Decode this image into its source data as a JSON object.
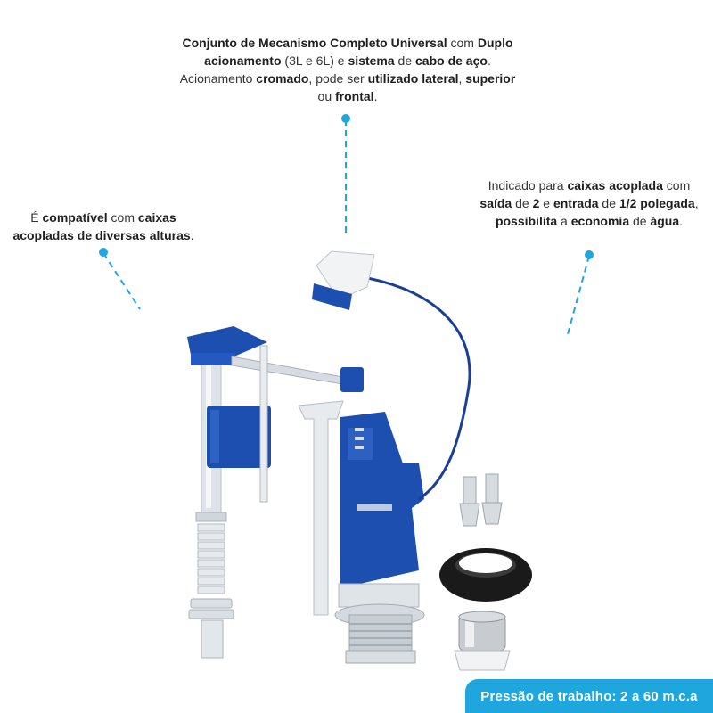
{
  "callouts": {
    "top": [
      {
        "t": "Conjunto de Mecanismo Completo Universal",
        "b": true
      },
      {
        "t": " com ",
        "b": false
      },
      {
        "t": "Duplo acionamento",
        "b": true
      },
      {
        "t": " (3L e 6L) e ",
        "b": false
      },
      {
        "t": "sistema",
        "b": true
      },
      {
        "t": " de ",
        "b": false
      },
      {
        "t": "cabo de aço",
        "b": true
      },
      {
        "t": ". Acionamento ",
        "b": false
      },
      {
        "t": "cromado",
        "b": true
      },
      {
        "t": ", pode ser ",
        "b": false
      },
      {
        "t": "utilizado lateral",
        "b": true
      },
      {
        "t": ", ",
        "b": false
      },
      {
        "t": "superior",
        "b": true
      },
      {
        "t": " ou ",
        "b": false
      },
      {
        "t": "frontal",
        "b": true
      },
      {
        "t": ".",
        "b": false
      }
    ],
    "left": [
      {
        "t": "É ",
        "b": false
      },
      {
        "t": "compatível",
        "b": true
      },
      {
        "t": " com ",
        "b": false
      },
      {
        "t": "caixas acopladas de diversas alturas",
        "b": true
      },
      {
        "t": ".",
        "b": false
      }
    ],
    "right": [
      {
        "t": "Indicado para ",
        "b": false
      },
      {
        "t": "caixas acoplada",
        "b": true
      },
      {
        "t": " com ",
        "b": false
      },
      {
        "t": "saída",
        "b": true
      },
      {
        "t": " de ",
        "b": false
      },
      {
        "t": "2",
        "b": true
      },
      {
        "t": " e ",
        "b": false
      },
      {
        "t": "entrada",
        "b": true
      },
      {
        "t": " de ",
        "b": false
      },
      {
        "t": "1/2 polegada",
        "b": true
      },
      {
        "t": ", ",
        "b": false
      },
      {
        "t": "possibilita",
        "b": true
      },
      {
        "t": " a ",
        "b": false
      },
      {
        "t": "economia",
        "b": true
      },
      {
        "t": " de ",
        "b": false
      },
      {
        "t": "água",
        "b": true
      },
      {
        "t": ".",
        "b": false
      }
    ]
  },
  "badge": {
    "text": "Pressão de trabalho: 2 a 60 m.c.a"
  },
  "colors": {
    "accent": "#1fa6dc",
    "part_blue": "#1d4fb0",
    "part_grey": "#e8ecef",
    "cable": "#1a3f96",
    "seal": "#1a1a1a"
  }
}
